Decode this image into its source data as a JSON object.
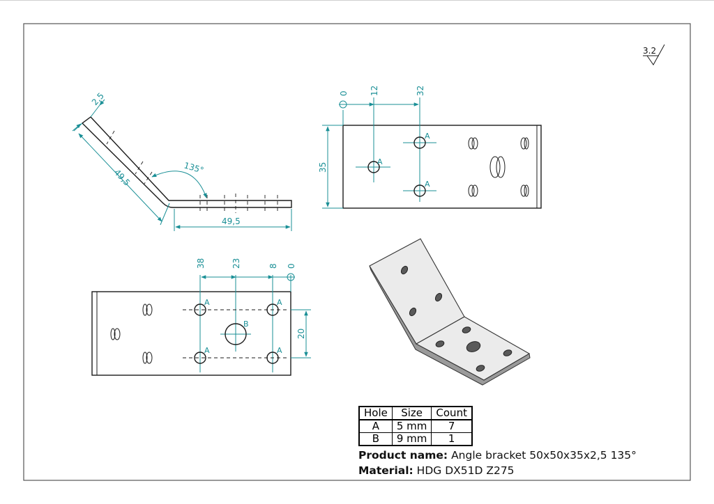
{
  "roughness": "3.2",
  "side_view": {
    "thickness": "2,5",
    "leg_length": "49,5",
    "angle": "135°",
    "base_length": "49,5"
  },
  "top_view": {
    "x_dims": [
      "0",
      "12",
      "32"
    ],
    "y_dim": "35",
    "hole_labels": [
      "A",
      "A",
      "A"
    ]
  },
  "front_view": {
    "x_dims": [
      "38",
      "23",
      "8",
      "0"
    ],
    "y_dim": "20",
    "hole_labels": [
      "A",
      "A",
      "A",
      "A",
      "B"
    ]
  },
  "hole_table": {
    "headers": [
      "Hole",
      "Size",
      "Count"
    ],
    "rows": [
      {
        "hole": "A",
        "size": "5 mm",
        "count": "7"
      },
      {
        "hole": "B",
        "size": "9 mm",
        "count": "1"
      }
    ]
  },
  "product": {
    "label": "Product name:",
    "value": "Angle bracket 50x50x35x2,5 135°"
  },
  "material": {
    "label": "Material:",
    "value": "HDG DX51D Z275"
  },
  "colors": {
    "dimension": "#1a8f96",
    "line": "#1b1b1b",
    "bracket_fill": "#ebebeb"
  }
}
